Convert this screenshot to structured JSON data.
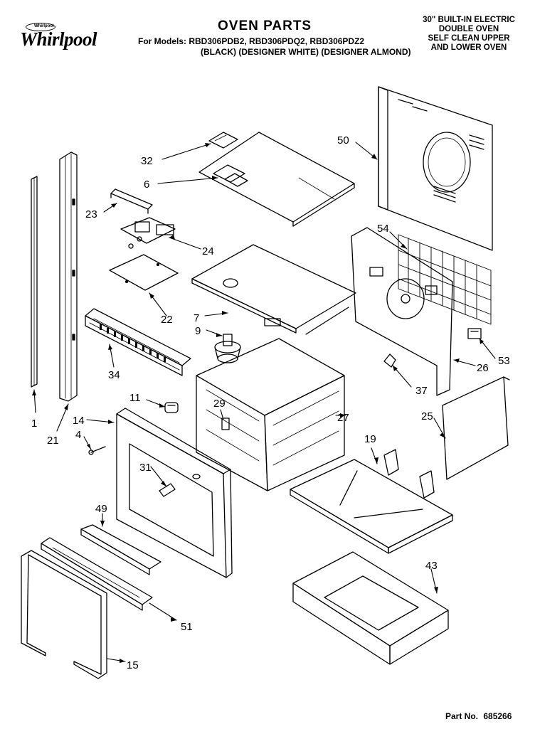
{
  "header": {
    "brand_badge": "Whirlpool",
    "brand": "Whirlpool",
    "title": "OVEN PARTS",
    "models_line": "For Models: RBD306PDB2, RBD306PDQ2, RBD306PDZ2",
    "finishes_line": "(BLACK) (DESIGNER WHITE) (DESIGNER ALMOND)",
    "description": [
      "30\" BUILT-IN ELECTRIC",
      "DOUBLE OVEN",
      "SELF CLEAN UPPER",
      "AND LOWER OVEN"
    ]
  },
  "footer": {
    "part_label": "Part No.",
    "part_number": "685266"
  },
  "callouts": [
    "32",
    "6",
    "50",
    "23",
    "24",
    "54",
    "22",
    "7",
    "9",
    "34",
    "53",
    "26",
    "37",
    "11",
    "29",
    "27",
    "1",
    "21",
    "14",
    "4",
    "25",
    "19",
    "31",
    "49",
    "43",
    "51",
    "15"
  ]
}
